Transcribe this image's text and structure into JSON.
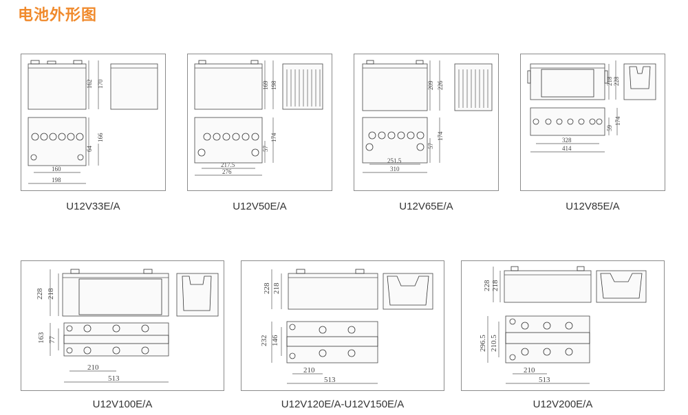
{
  "title": "电池外形图",
  "models": [
    {
      "name": "U12V33E/A",
      "dims": {
        "h1": "162",
        "h2": "170",
        "w_inner": "160",
        "w_outer": "198",
        "d1": "64",
        "d2": "166"
      }
    },
    {
      "name": "U12V50E/A",
      "dims": {
        "h1": "169",
        "h2": "198",
        "w_inner": "217.5",
        "w_outer": "276",
        "d1": "57",
        "d2": "174"
      }
    },
    {
      "name": "U12V65E/A",
      "dims": {
        "h1": "209",
        "h2": "226",
        "w_inner": "251.5",
        "w_outer": "310",
        "d1": "57",
        "d2": "174"
      }
    },
    {
      "name": "U12V85E/A",
      "dims": {
        "h1": "218",
        "h2": "228",
        "w_inner": "328",
        "w_outer": "414",
        "d1": "59",
        "d2": "174"
      }
    },
    {
      "name": "U12V100E/A",
      "dims": {
        "h1": "218",
        "h2": "228",
        "w_inner": "210",
        "w_outer": "513",
        "d1": "77",
        "d2": "163"
      }
    },
    {
      "name": "U12V120E/A-U12V150E/A",
      "dims": {
        "h1": "218",
        "h2": "228",
        "w_inner": "210",
        "w_outer": "513",
        "d1": "146",
        "d2": "232"
      }
    },
    {
      "name": "U12V200E/A",
      "dims": {
        "h1": "218",
        "h2": "228",
        "w_inner": "210",
        "w_outer": "513",
        "d1": "210.5",
        "d2": "296.5"
      }
    }
  ]
}
